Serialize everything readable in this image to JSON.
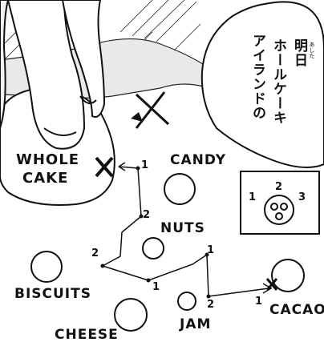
{
  "bubble": {
    "line1": "明日",
    "line1_ruby": "あした",
    "line2": "ホールケーキ",
    "line3": "アイランドの"
  },
  "map": {
    "islands": {
      "whole_cake": [
        "WHOLE",
        "CAKE"
      ],
      "candy": "CANDY",
      "nuts": "NUTS",
      "biscuits": "BISCUITS",
      "cheese": "CHEESE",
      "jam": "JAM",
      "cacao": "CACAO"
    },
    "route_numbers": {
      "n1": "1",
      "n2": "2",
      "n3": "2",
      "n4": "1",
      "n5": "1",
      "n6": "2",
      "n7": "1"
    },
    "inset_numbers": {
      "left": "1",
      "top": "2",
      "right": "3"
    }
  }
}
